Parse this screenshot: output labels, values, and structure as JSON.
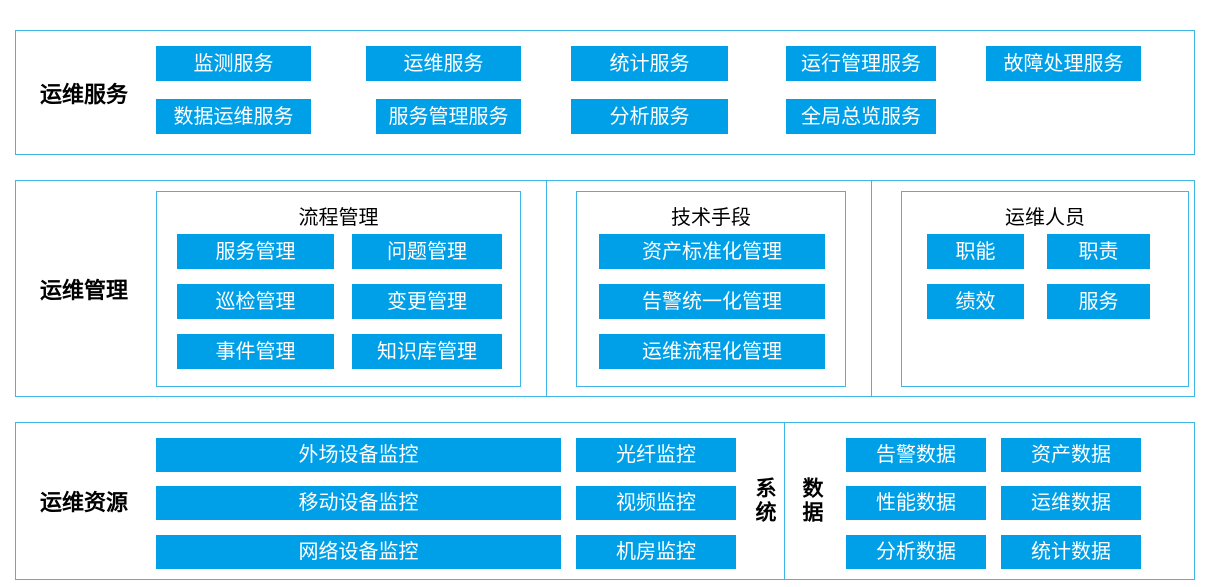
{
  "colors": {
    "block": "#00a0e9",
    "border": "#3fb6e8",
    "block_text": "#ffffff",
    "label_text": "#000000"
  },
  "services": {
    "title": "运维服务",
    "row1": [
      "监测服务",
      "运维服务",
      "统计服务",
      "运行管理服务",
      "故障处理服务"
    ],
    "row2": [
      "数据运维服务",
      "服务管理服务",
      "分析服务",
      "全局总览服务"
    ]
  },
  "management": {
    "title": "运维管理",
    "process": {
      "title": "流程管理",
      "items": [
        "服务管理",
        "问题管理",
        "巡检管理",
        "变更管理",
        "事件管理",
        "知识库管理"
      ]
    },
    "technical": {
      "title": "技术手段",
      "items": [
        "资产标准化管理",
        "告警统一化管理",
        "运维流程化管理"
      ]
    },
    "personnel": {
      "title": "运维人员",
      "items": [
        "职能",
        "职责",
        "绩效",
        "服务"
      ]
    }
  },
  "resources": {
    "title": "运维资源",
    "system": {
      "label": "系统",
      "wide": [
        "外场设备监控",
        "移动设备监控",
        "网络设备监控"
      ],
      "narrow": [
        "光纤监控",
        "视频监控",
        "机房监控"
      ]
    },
    "data": {
      "label": "数据",
      "col1": [
        "告警数据",
        "性能数据",
        "分析数据"
      ],
      "col2": [
        "资产数据",
        "运维数据",
        "统计数据"
      ]
    }
  }
}
